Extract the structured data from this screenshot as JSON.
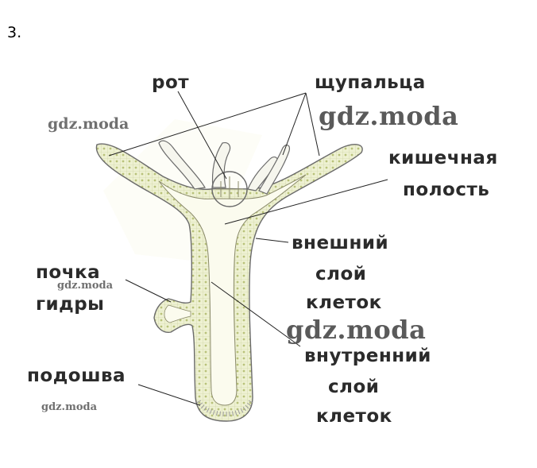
{
  "number": "3.",
  "labels": {
    "mouth": "рот",
    "tentacles": "щупальца",
    "gut_cavity": [
      "кишечная",
      "полость"
    ],
    "outer_layer": [
      "внешний",
      "слой",
      "клеток"
    ],
    "inner_layer": [
      "внутренний",
      "слой",
      "клеток"
    ],
    "bud": [
      "почка",
      "гидры"
    ],
    "sole": "подошва"
  },
  "watermarks": {
    "text": "gdz.moda"
  },
  "colors": {
    "outline": "#6b6b6b",
    "cell_fill": "#e8edc4",
    "cell_dots": "#b9c27a",
    "cavity": "#fbfbee",
    "label": "#2b2b2b"
  }
}
